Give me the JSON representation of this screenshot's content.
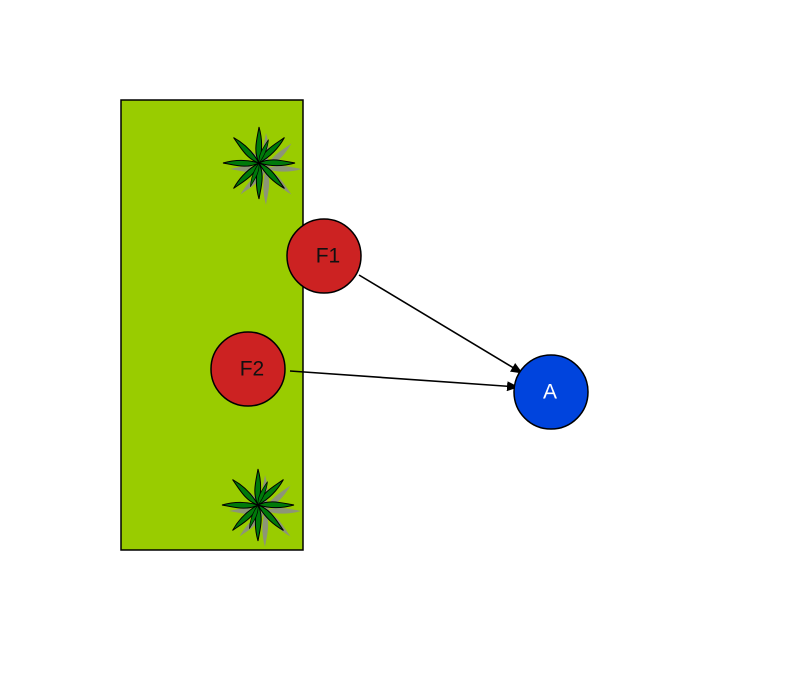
{
  "colors": {
    "background": "#ffffff",
    "field": "#99cc00",
    "plant_leaf": "#007a0a",
    "plant_shadow": "#8c8c8c",
    "node_red": "#cc2222",
    "node_blue": "#0044dd",
    "edge": "#000000",
    "outline": "#000000",
    "label_on_red": "#111111",
    "label_on_blue": "#ffffff"
  },
  "icons": {
    "plant": "plant-icon"
  },
  "nodes": {
    "f1": {
      "label": "F1"
    },
    "f2": {
      "label": "F2"
    },
    "a": {
      "label": "A"
    }
  },
  "edges": [
    {
      "from": "F1",
      "to": "A"
    },
    {
      "from": "F2",
      "to": "A"
    }
  ]
}
